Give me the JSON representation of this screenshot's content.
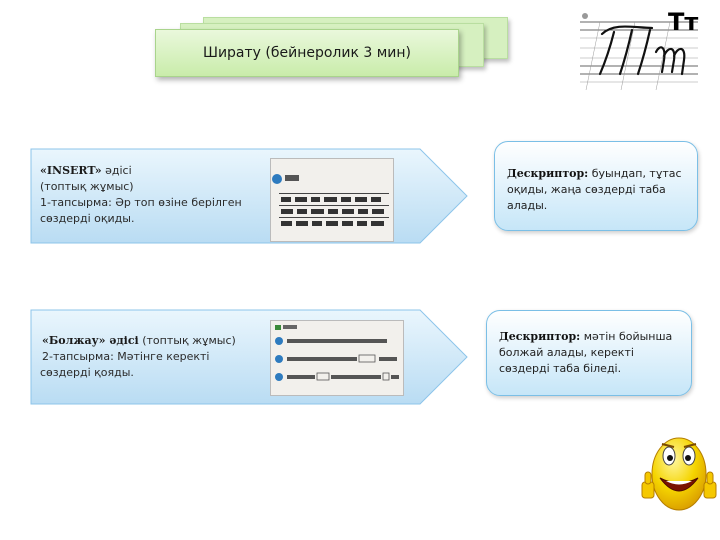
{
  "title": "Ширату (бейнеролик 3 мин)",
  "letters": {
    "print": "Тт"
  },
  "task1": {
    "method": "«INSERT»",
    "method_suffix": " әдісі",
    "mode": "(топтық жұмыс)",
    "line1": "1-тапсырма: Әр топ өзіне  берілген",
    "line2": "сөздерді оқиды."
  },
  "task2": {
    "method": "«Болжау» әдісі",
    "mode": "  (топтық жұмыс)",
    "line1": "2-тапсырма: Мәтінге керекті",
    "line2": "сөздерді қояды."
  },
  "desc1": {
    "label": "Дескриптор:",
    "text": " буындап, тұтас оқиды, жаңа сөздерді таба алады."
  },
  "desc2": {
    "label": "Дескриптор:",
    "text": " мәтін бойынша болжай алады, керекті сөздерді таба біледі."
  },
  "colors": {
    "title_card": "#c9ecaa",
    "arrow_fill": "#cfe9f9",
    "desc_fill": "#c6e6f8",
    "smiley": "#f5d400"
  }
}
